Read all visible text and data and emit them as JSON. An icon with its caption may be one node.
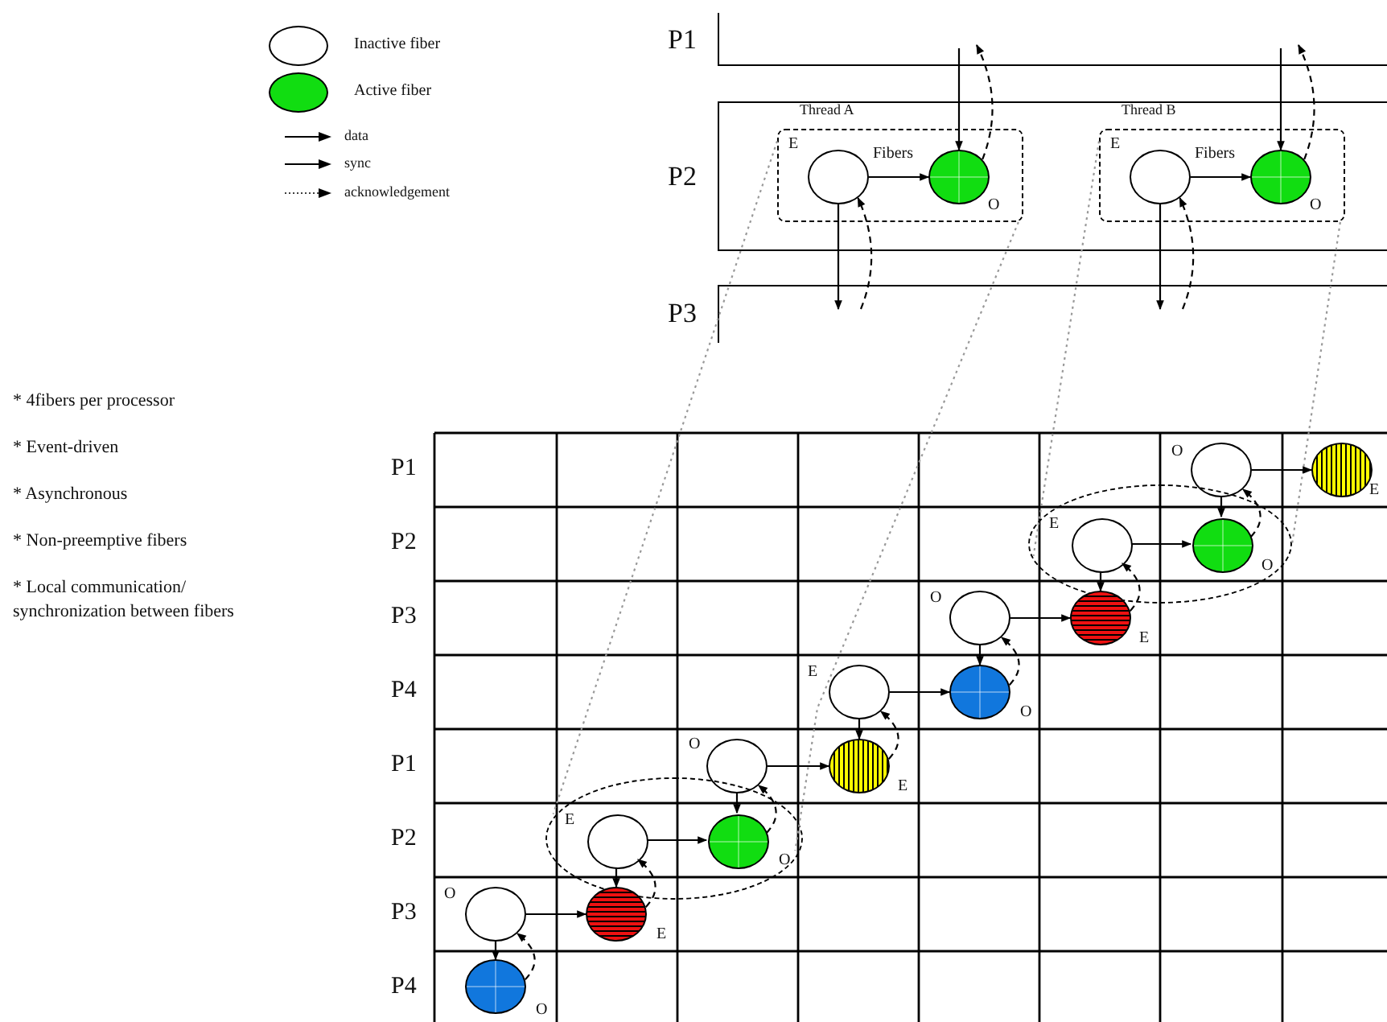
{
  "diagram": {
    "nodes": [
      {
        "text": [
          "P1"
        ]
      },
      {
        "text": [
          "P2"
        ]
      },
      {
        "text": [
          "Thread A"
        ],
        "in": 1
      },
      {
        "text": [],
        "shape": "circle",
        "in": 2,
        "beside": [
          "E"
        ]
      },
      {
        "text": [],
        "shape": "circle",
        "in": 2,
        "beside": [
          "O"
        ]
      },
      {
        "text": [
          "Thread B"
        ],
        "in": 1
      },
      {
        "text": [],
        "shape": "circle",
        "in": 5,
        "beside": [
          "E"
        ]
      },
      {
        "text": [],
        "shape": "circle",
        "in": 5,
        "beside": [
          "O"
        ]
      },
      {
        "text": [
          "P3"
        ]
      },
      {
        "text": [],
        "shape": "circle",
        "beside": [
          "O"
        ]
      },
      {
        "text": [],
        "shape": "circle",
        "beside": [
          "E"
        ]
      },
      {
        "text": [],
        "shape": "ellipse"
      },
      {
        "text": [],
        "shape": "circle",
        "in": 11,
        "beside": [
          "E"
        ]
      },
      {
        "text": [],
        "shape": "circle",
        "in": 11,
        "beside": [
          "O"
        ]
      },
      {
        "text": [],
        "shape": "circle",
        "beside": [
          "O"
        ]
      },
      {
        "text": [],
        "shape": "circle",
        "beside": [
          "E"
        ]
      },
      {
        "text": [],
        "shape": "circle",
        "beside": [
          "E"
        ]
      },
      {
        "text": [],
        "shape": "circle",
        "beside": [
          "O"
        ]
      },
      {
        "text": [],
        "shape": "circle",
        "beside": [
          "O"
        ]
      },
      {
        "text": [],
        "shape": "circle",
        "beside": [
          "E"
        ]
      },
      {
        "text": [],
        "shape": "ellipse"
      },
      {
        "text": [],
        "shape": "circle",
        "in": 20,
        "beside": [
          "E"
        ]
      },
      {
        "text": [],
        "shape": "circle",
        "in": 20,
        "beside": [
          "O"
        ]
      },
      {
        "text": [],
        "shape": "circle",
        "beside": [
          "O"
        ]
      },
      {
        "text": [],
        "shape": "circle",
        "beside": [
          "E"
        ]
      },
      {
        "text": [],
        "shape": "circle",
        "beside": [
          "O"
        ]
      }
    ],
    "edges": [
      {
        "from": 0,
        "to": 4,
        "arrow": "to"
      },
      {
        "from": 4,
        "to": 0,
        "arrow": "to",
        "style": "dashed"
      },
      {
        "from": 3,
        "to": 4,
        "arrow": "to",
        "label": "Fibers"
      },
      {
        "from": 3,
        "to": 8,
        "arrow": "to"
      },
      {
        "from": 8,
        "to": 3,
        "arrow": "to",
        "style": "dashed"
      },
      {
        "from": 0,
        "to": 7,
        "arrow": "to"
      },
      {
        "from": 7,
        "to": 0,
        "arrow": "to",
        "style": "dashed"
      },
      {
        "from": 6,
        "to": 7,
        "arrow": "to",
        "label": "Fibers"
      },
      {
        "from": 6,
        "to": 8,
        "arrow": "to"
      },
      {
        "from": 8,
        "to": 6,
        "arrow": "to",
        "style": "dashed"
      },
      {
        "from": 2,
        "to": 20,
        "arrow": "none",
        "style": "dashed",
        "color": "#999999"
      },
      {
        "from": 2,
        "to": 20,
        "arrow": "none",
        "style": "dashed",
        "color": "#999999"
      },
      {
        "from": 5,
        "to": 11,
        "arrow": "none",
        "style": "dashed",
        "color": "#999999"
      },
      {
        "from": 5,
        "to": 11,
        "arrow": "none",
        "style": "dashed",
        "color": "#999999"
      },
      {
        "from": 9,
        "to": 10,
        "arrow": "to"
      },
      {
        "from": 9,
        "to": 13,
        "arrow": "to"
      },
      {
        "from": 13,
        "to": 9,
        "arrow": "to",
        "style": "dashed"
      },
      {
        "from": 12,
        "to": 13,
        "arrow": "to"
      },
      {
        "from": 12,
        "to": 15,
        "arrow": "to"
      },
      {
        "from": 15,
        "to": 12,
        "arrow": "to",
        "style": "dashed"
      },
      {
        "from": 14,
        "to": 15,
        "arrow": "to"
      },
      {
        "from": 14,
        "to": 17,
        "arrow": "to"
      },
      {
        "from": 17,
        "to": 14,
        "arrow": "to",
        "style": "dashed"
      },
      {
        "from": 16,
        "to": 17,
        "arrow": "to"
      },
      {
        "from": 16,
        "to": 19,
        "arrow": "to"
      },
      {
        "from": 19,
        "to": 16,
        "arrow": "to",
        "style": "dashed"
      },
      {
        "from": 18,
        "to": 19,
        "arrow": "to"
      },
      {
        "from": 18,
        "to": 22,
        "arrow": "to"
      },
      {
        "from": 22,
        "to": 18,
        "arrow": "to",
        "style": "dashed"
      },
      {
        "from": 21,
        "to": 22,
        "arrow": "to"
      },
      {
        "from": 21,
        "to": 24,
        "arrow": "to"
      },
      {
        "from": 24,
        "to": 21,
        "arrow": "to",
        "style": "dashed"
      },
      {
        "from": 23,
        "to": 24,
        "arrow": "to"
      },
      {
        "from": 23,
        "to": 25,
        "arrow": "to"
      },
      {
        "from": 25,
        "to": 23,
        "arrow": "to",
        "style": "dashed"
      }
    ],
    "labels": [
      "* 4fibers per processor",
      "* Event-driven",
      "* Asynchronous",
      "* Non-preemptive fibers",
      "* Local communication/ synchronization between fibers",
      "P1",
      "P2",
      "P3",
      "P4",
      "P1",
      "P2",
      "P3",
      "P4"
    ],
    "legend": [
      {
        "text": "Inactive fiber",
        "color": "#ffffff"
      },
      {
        "text": "Active fiber",
        "color": "#11dd11"
      },
      {
        "text": "data"
      },
      {
        "text": "sync"
      },
      {
        "text": "acknowledgement"
      }
    ]
  }
}
